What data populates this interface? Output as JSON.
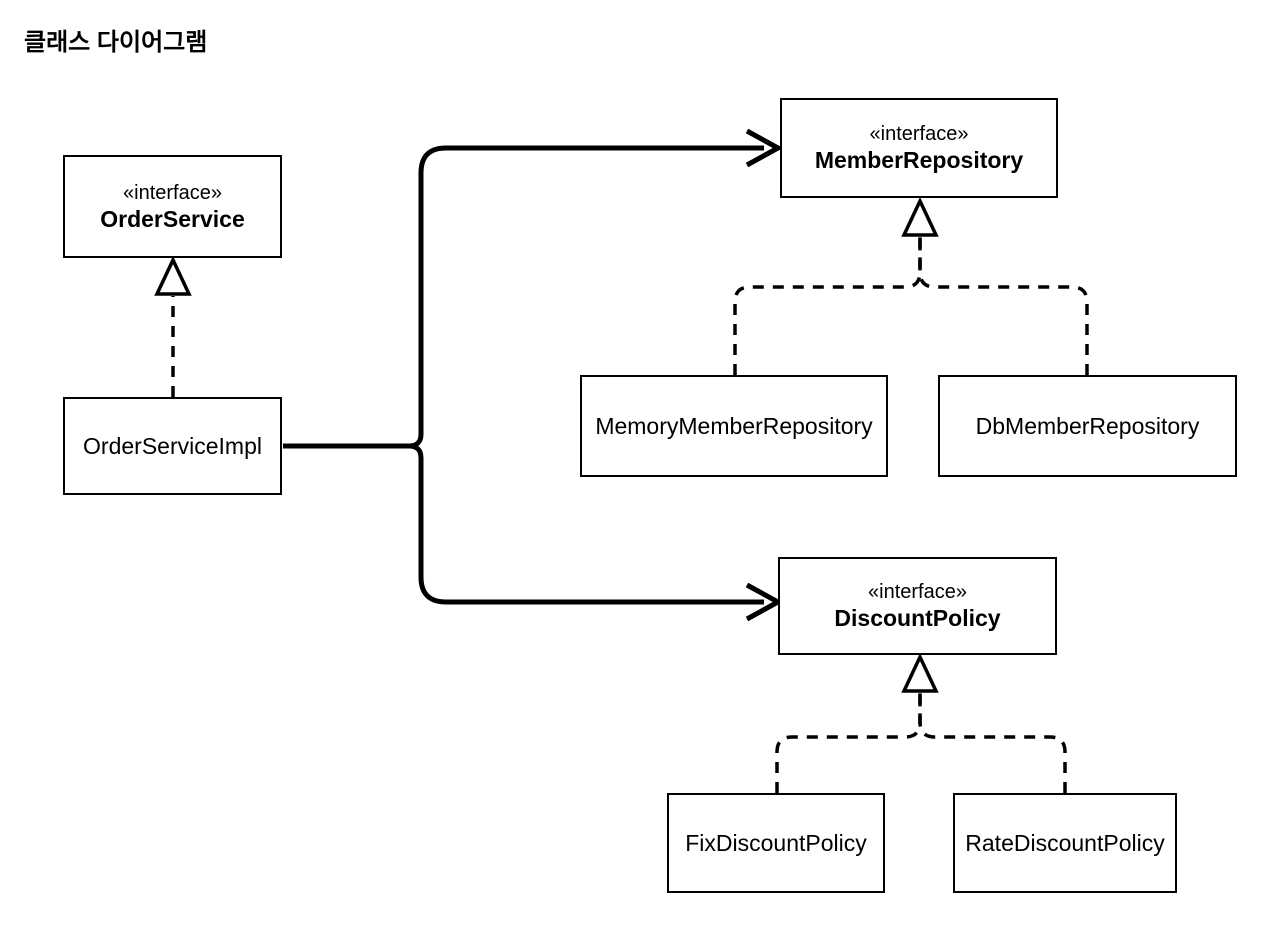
{
  "colors": {
    "background": "#ffffff",
    "line": "#000000",
    "text": "#000000"
  },
  "title": "클래스 다이어그램",
  "diagram": {
    "nodes": {
      "orderService": {
        "stereotype": "«interface»",
        "name": "OrderService"
      },
      "orderServiceImpl": {
        "name": "OrderServiceImpl"
      },
      "memberRepository": {
        "stereotype": "«interface»",
        "name": "MemberRepository"
      },
      "memoryMemberRepository": {
        "name": "MemoryMemberRepository"
      },
      "dbMemberRepository": {
        "name": "DbMemberRepository"
      },
      "discountPolicy": {
        "stereotype": "«interface»",
        "name": "DiscountPolicy"
      },
      "fixDiscountPolicy": {
        "name": "FixDiscountPolicy"
      },
      "rateDiscountPolicy": {
        "name": "RateDiscountPolicy"
      }
    },
    "edges": [
      {
        "from": "OrderServiceImpl",
        "to": "OrderService",
        "type": "realization",
        "style": "dashed, hollow triangle head"
      },
      {
        "from": "OrderServiceImpl",
        "to": "MemberRepository",
        "type": "dependency",
        "style": "solid, open arrow head"
      },
      {
        "from": "OrderServiceImpl",
        "to": "DiscountPolicy",
        "type": "dependency",
        "style": "solid, open arrow head"
      },
      {
        "from": "MemoryMemberRepository",
        "to": "MemberRepository",
        "type": "realization",
        "style": "dashed, hollow triangle head"
      },
      {
        "from": "DbMemberRepository",
        "to": "MemberRepository",
        "type": "realization",
        "style": "dashed, hollow triangle head"
      },
      {
        "from": "FixDiscountPolicy",
        "to": "DiscountPolicy",
        "type": "realization",
        "style": "dashed, hollow triangle head"
      },
      {
        "from": "RateDiscountPolicy",
        "to": "DiscountPolicy",
        "type": "realization",
        "style": "dashed, hollow triangle head"
      }
    ]
  }
}
